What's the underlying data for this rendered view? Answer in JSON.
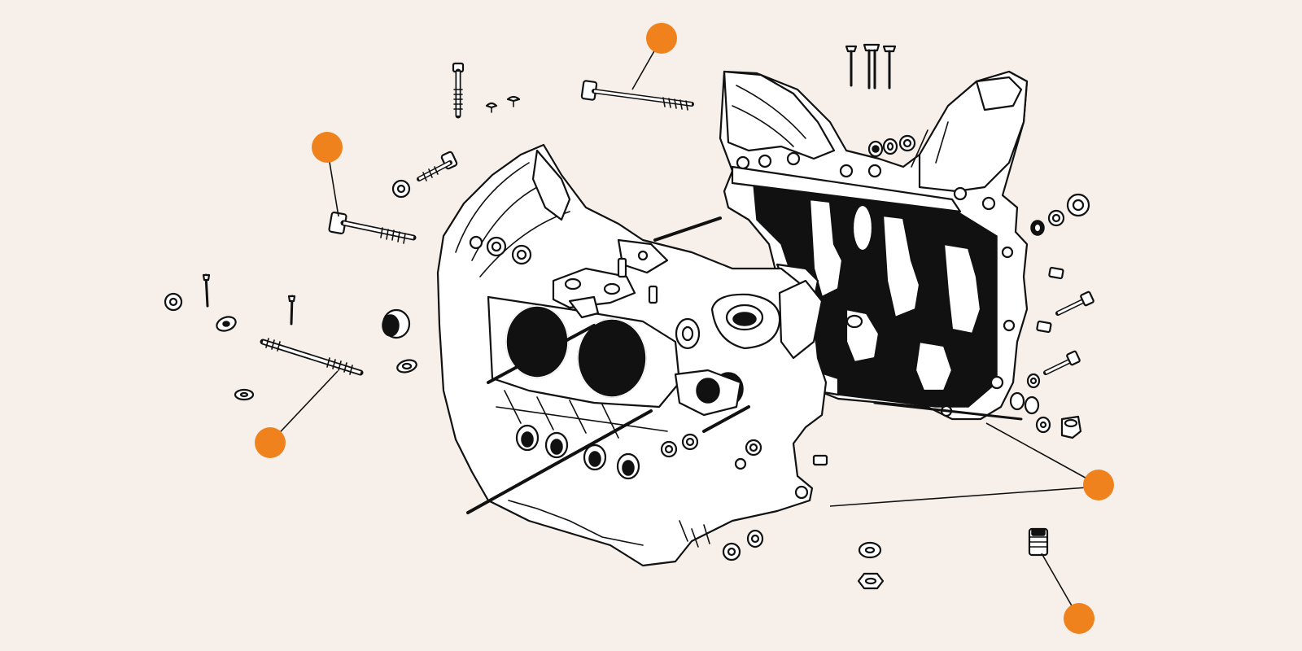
{
  "colors": {
    "background": "#f7f0ea",
    "ink": "#111111",
    "hotspot": "#f0821e",
    "part_fill": "#ffffff"
  },
  "hotspots": [
    {
      "id": "top-bolt",
      "icon": "hotspot-dot-icon"
    },
    {
      "id": "upper-left-bolt",
      "icon": "hotspot-dot-icon"
    },
    {
      "id": "left-stud",
      "icon": "hotspot-dot-icon"
    },
    {
      "id": "case-seam",
      "icon": "hotspot-dot-icon"
    },
    {
      "id": "drain-plug",
      "icon": "hotspot-dot-icon"
    }
  ]
}
